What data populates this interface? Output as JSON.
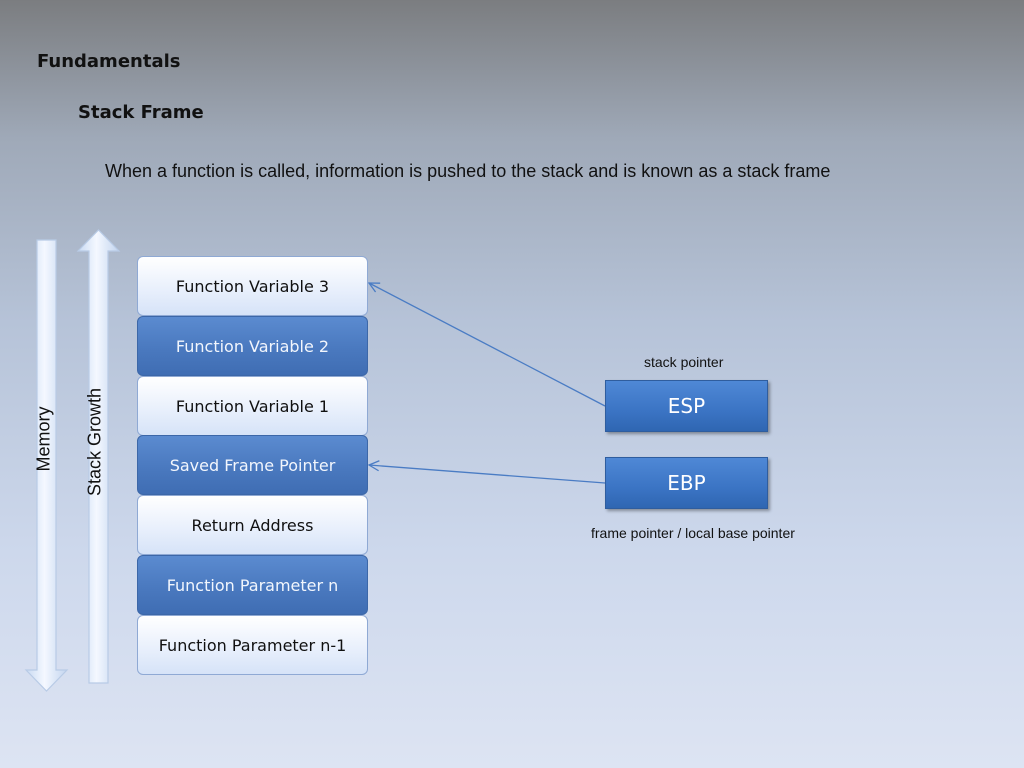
{
  "slide": {
    "title": "Fundamentals",
    "subtitle": "Stack Frame",
    "description": "When a function is called, information is pushed to the stack and is known as a stack frame"
  },
  "arrows": {
    "memory_label": "Memory",
    "stack_growth_label": "Stack Growth"
  },
  "stack": [
    {
      "label": "Function Variable 3",
      "style": "light"
    },
    {
      "label": "Function Variable 2",
      "style": "dark"
    },
    {
      "label": "Function Variable 1",
      "style": "light"
    },
    {
      "label": "Saved Frame Pointer",
      "style": "dark"
    },
    {
      "label": "Return Address",
      "style": "light"
    },
    {
      "label": "Function Parameter  n",
      "style": "dark"
    },
    {
      "label": "Function Parameter n-1",
      "style": "light"
    }
  ],
  "registers": {
    "esp": {
      "label": "ESP",
      "caption": "stack pointer"
    },
    "ebp": {
      "label": "EBP",
      "caption": "frame pointer / local base pointer"
    }
  },
  "colors": {
    "cell_light": "#e9f0fc",
    "cell_dark": "#4a79bf",
    "register": "#3b74c4",
    "connector": "#4a7cc4"
  }
}
